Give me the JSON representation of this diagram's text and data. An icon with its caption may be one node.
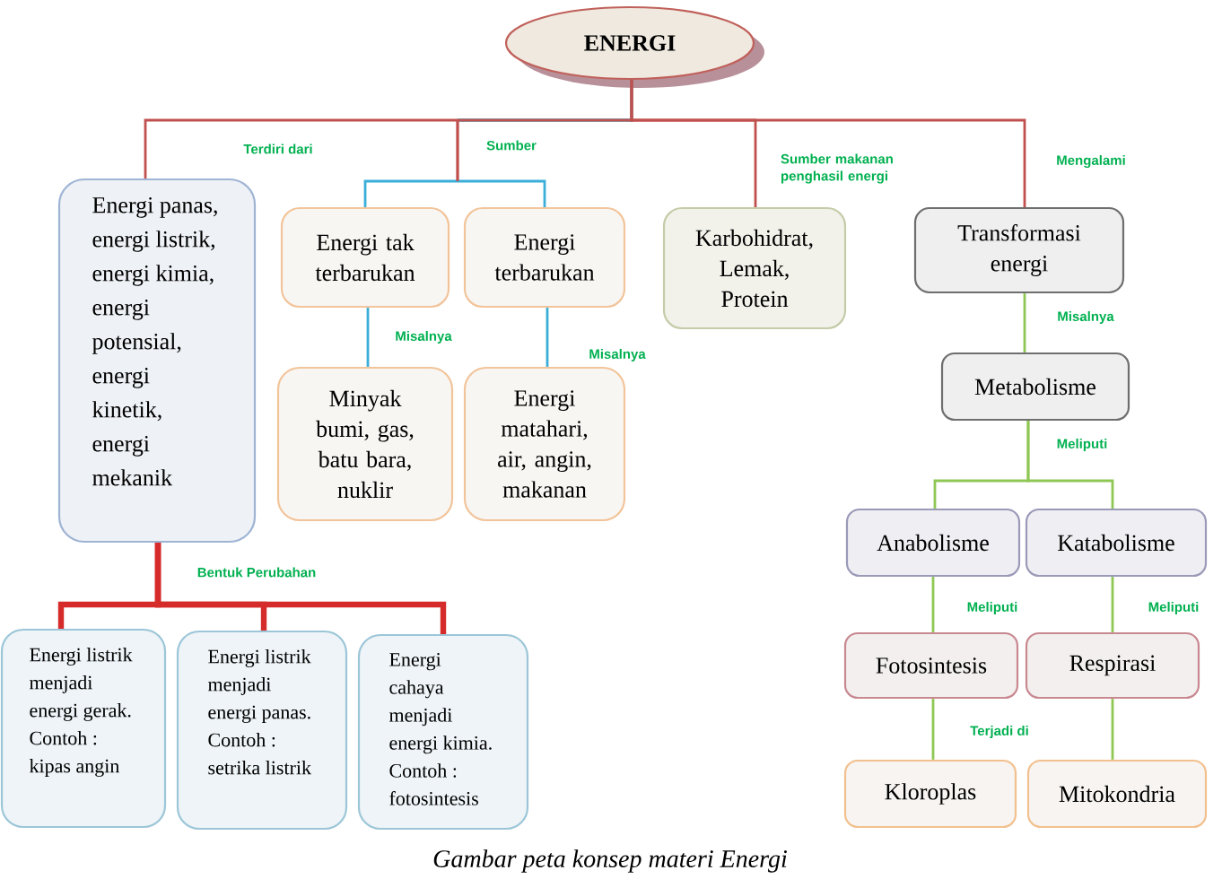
{
  "diagram": {
    "caption": "Gambar peta konsep materi Energi",
    "nodes": [
      {
        "text": [
          "ENERGI"
        ]
      },
      {
        "text": [
          "Energi panas, energi listrik, energi kimia, energi potensial, energi kinetik, energi mekanik"
        ]
      },
      {
        "text": [
          "Energi tak terbarukan"
        ]
      },
      {
        "text": [
          "Energi terbarukan"
        ]
      },
      {
        "text": [
          "Minyak bumi, gas, batu bara, nuklir"
        ]
      },
      {
        "text": [
          "Energi matahari, air, angin, makanan"
        ]
      },
      {
        "text": [
          "Karbohidrat, Lemak, Protein"
        ]
      },
      {
        "text": [
          "Transformasi energi"
        ]
      },
      {
        "text": [
          "Metabolisme"
        ]
      },
      {
        "text": [
          "Energi listrik menjadi energi gerak. Contoh : kipas angin"
        ]
      },
      {
        "text": [
          "Energi listrik menjadi energi panas. Contoh : setrika listrik"
        ]
      },
      {
        "text": [
          "Energi cahaya menjadi energi kimia. Contoh : fotosintesis"
        ]
      },
      {
        "text": [
          "Anabolisme"
        ]
      },
      {
        "text": [
          "Katabolisme"
        ]
      },
      {
        "text": [
          "Fotosintesis"
        ]
      },
      {
        "text": [
          "Respirasi"
        ]
      },
      {
        "text": [
          "Kloroplas"
        ]
      },
      {
        "text": [
          "Mitokondria"
        ]
      }
    ],
    "edges": [
      {
        "from": 0,
        "to": 1,
        "arrow": "none",
        "label": "Terdiri dari",
        "color": "#c0504d"
      },
      {
        "from": 0,
        "to": 2,
        "arrow": "none",
        "label": "Sumber",
        "color": "#3aaed8"
      },
      {
        "from": 0,
        "to": 3,
        "arrow": "none",
        "color": "#3aaed8"
      },
      {
        "from": 0,
        "to": 6,
        "arrow": "none",
        "label": "Sumber makanan penghasil energi",
        "color": "#c0504d"
      },
      {
        "from": 0,
        "to": 7,
        "arrow": "none",
        "label": "Mengalami",
        "color": "#c0504d"
      },
      {
        "from": 2,
        "to": 4,
        "arrow": "none",
        "label": "Misalnya",
        "color": "#3aaed8"
      },
      {
        "from": 3,
        "to": 5,
        "arrow": "none",
        "label": "Misalnya",
        "color": "#3aaed8"
      },
      {
        "from": 1,
        "to": 9,
        "arrow": "none",
        "label": "Bentuk Perubahan",
        "style": "thick",
        "color": "#d62b2b"
      },
      {
        "from": 1,
        "to": 10,
        "arrow": "none",
        "style": "thick",
        "color": "#d62b2b"
      },
      {
        "from": 1,
        "to": 11,
        "arrow": "none",
        "style": "thick",
        "color": "#d62b2b"
      },
      {
        "from": 7,
        "to": 8,
        "arrow": "none",
        "label": "Misalnya"
      },
      {
        "from": 8,
        "to": 12,
        "arrow": "none",
        "label": "Meliputi"
      },
      {
        "from": 8,
        "to": 13,
        "arrow": "none"
      },
      {
        "from": 12,
        "to": 14,
        "arrow": "none",
        "label": "Meliputi"
      },
      {
        "from": 13,
        "to": 15,
        "arrow": "none",
        "label": "Meliputi"
      },
      {
        "from": 14,
        "to": 16,
        "arrow": "none",
        "label": "Terjadi di"
      },
      {
        "from": 15,
        "to": 17,
        "arrow": "none"
      }
    ]
  }
}
